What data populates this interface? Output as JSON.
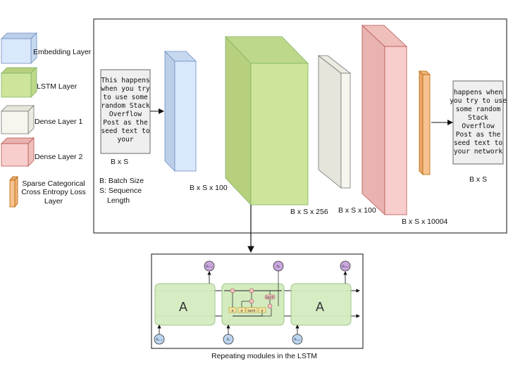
{
  "legend": [
    {
      "label": "Embedding Layer",
      "color": "#dae8fc"
    },
    {
      "label": "LSTM Layer",
      "color": "#cde59a"
    },
    {
      "label": "Dense Layer 1",
      "color": "#f7f6ee"
    },
    {
      "label": "Dense Layer 2",
      "color": "#f8cecc"
    },
    {
      "label_lines": [
        "Sparse Categorical",
        "Cross Entropy Loss",
        "Layer"
      ],
      "color": "#f7c28f"
    }
  ],
  "input_box": {
    "lines": [
      "This happens",
      "when you try",
      "to use some",
      "random Stack",
      "Overflow",
      "Post as the",
      "seed text to",
      "your"
    ],
    "shape_label": "B x S"
  },
  "notes": [
    "B: Batch Size",
    "S: Sequence",
    "Length"
  ],
  "layers": [
    {
      "name": "embedding",
      "shape_label": "B x S x 100",
      "color": "#dae8fc"
    },
    {
      "name": "lstm",
      "shape_label": "B x S x 256",
      "color": "#cde59a"
    },
    {
      "name": "dense1",
      "shape_label": "B x S x 100",
      "color": "#f7f6ee"
    },
    {
      "name": "dense2",
      "shape_label": "B x S x 10004",
      "color": "#f8cecc"
    },
    {
      "name": "loss",
      "color": "#f7c28f"
    }
  ],
  "output_box": {
    "lines": [
      "happens when",
      "you try to use",
      "some random",
      "Stack",
      "Overflow",
      "Post as the",
      "seed text to",
      "your network"
    ],
    "shape_label": "B x S"
  },
  "lstm_detail": {
    "caption": "Repeating modules in the LSTM",
    "module_label": "A",
    "h_labels": [
      "hₜ₋₁",
      "hₜ",
      "hₜ₊₁"
    ],
    "x_labels": [
      "Xₜ₋₁",
      "Xₜ",
      "Xₜ₊₁"
    ],
    "gate_labels": [
      "σ",
      "σ",
      "tanh",
      "σ"
    ],
    "cell_tanh": "tanh"
  }
}
